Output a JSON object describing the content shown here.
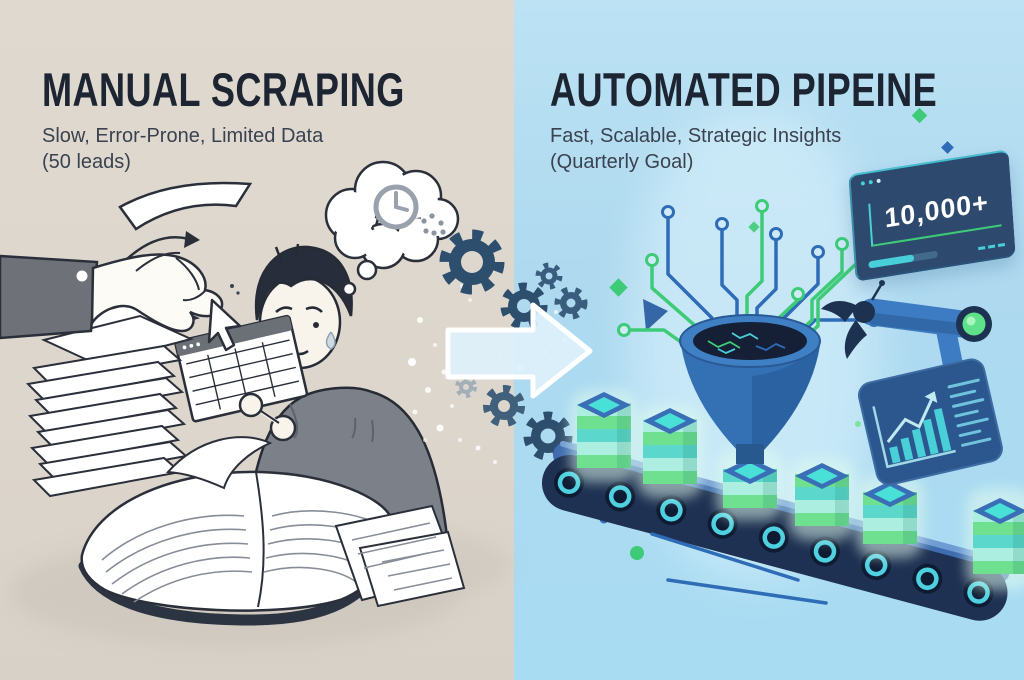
{
  "header_left": {
    "title": "MANUAL SCRAPING",
    "subtitle": "Slow, Error-Prone, Limited Data",
    "subtitle2": "(50 leads)"
  },
  "header_right": {
    "title": "AUTOMATED PIPEINE",
    "subtitle": "Fast, Scalable, Strategic Insights",
    "subtitle2": "(Quarterly Goal)"
  },
  "counter": {
    "value": "10,000+"
  },
  "palette": {
    "left_background": "#ded8ce",
    "right_background": "#aedaf0",
    "heading_text": "#1d2533",
    "subtitle_text": "#3a4250",
    "gear_dark": "#2d4e6d",
    "circuit_blue": "#2f6cb7",
    "circuit_green": "#3ecb78",
    "funnel_blue": "#3470b4",
    "cube_green": "#6fdf90",
    "cube_teal": "#5cd7cb",
    "belt_navy": "#1f3152",
    "roller_ring_teal": "#4fd0e0",
    "screen_navy": "#2d4a6e",
    "screen_accent_teal": "#49cfd8",
    "screen_accent_green": "#3ecb78",
    "panel_blue": "#2b578e",
    "robot_blue": "#3d7cc2",
    "robot_joint_green": "#5fe08a"
  }
}
